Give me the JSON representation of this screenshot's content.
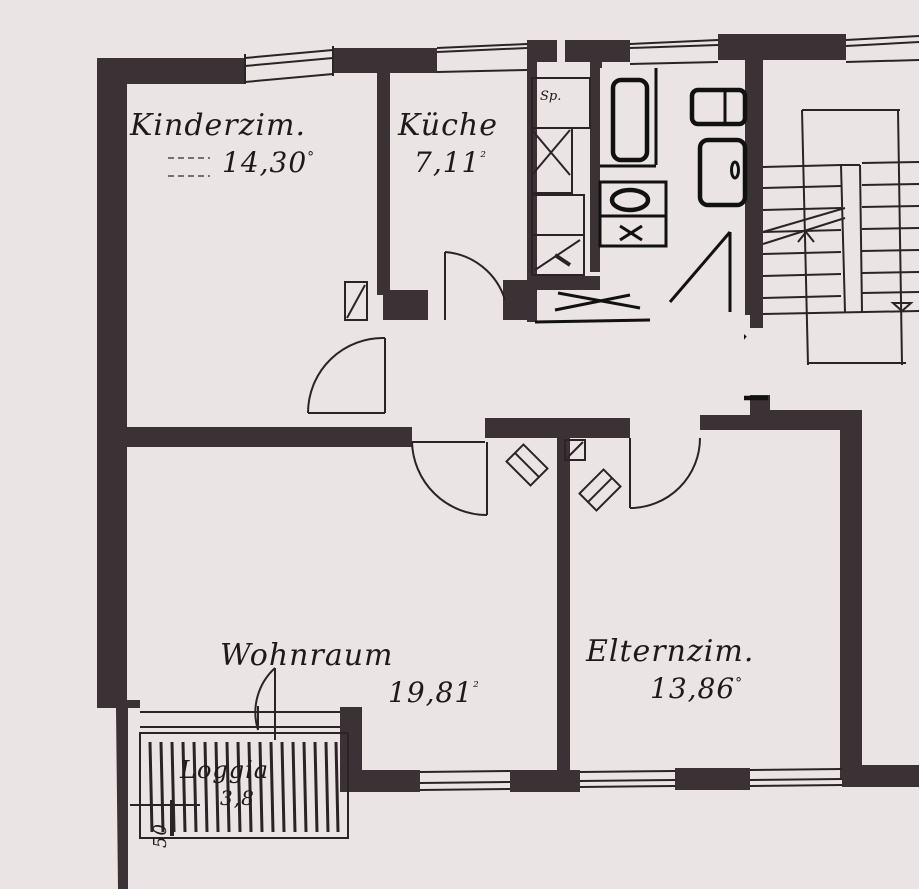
{
  "plan": {
    "type": "apartment floor plan (scanned sketch)",
    "background_color": "#ebe4e4",
    "wall_color": "#3a3235",
    "rooms": [
      {
        "id": "kinderzimmer",
        "name": "Kinderzim.",
        "area": "14,30",
        "unit_mark": "°"
      },
      {
        "id": "kueche",
        "name": "Küche",
        "area": "7,11",
        "unit_mark": "²"
      },
      {
        "id": "wohnraum",
        "name": "Wohnraum",
        "area": "19,81",
        "unit_mark": "²"
      },
      {
        "id": "elternzimmer",
        "name": "Elternzim.",
        "area": "13,86",
        "unit_mark": "°"
      },
      {
        "id": "loggia",
        "name": "Loggia",
        "area": "3,8",
        "unit_mark": ""
      }
    ],
    "annotations": {
      "storage": "Sp.",
      "dimension_left": "50"
    },
    "fixtures": [
      "bathtub",
      "washbasin",
      "toilet",
      "washing-machine",
      "sink",
      "stove",
      "radiators",
      "staircase"
    ]
  }
}
